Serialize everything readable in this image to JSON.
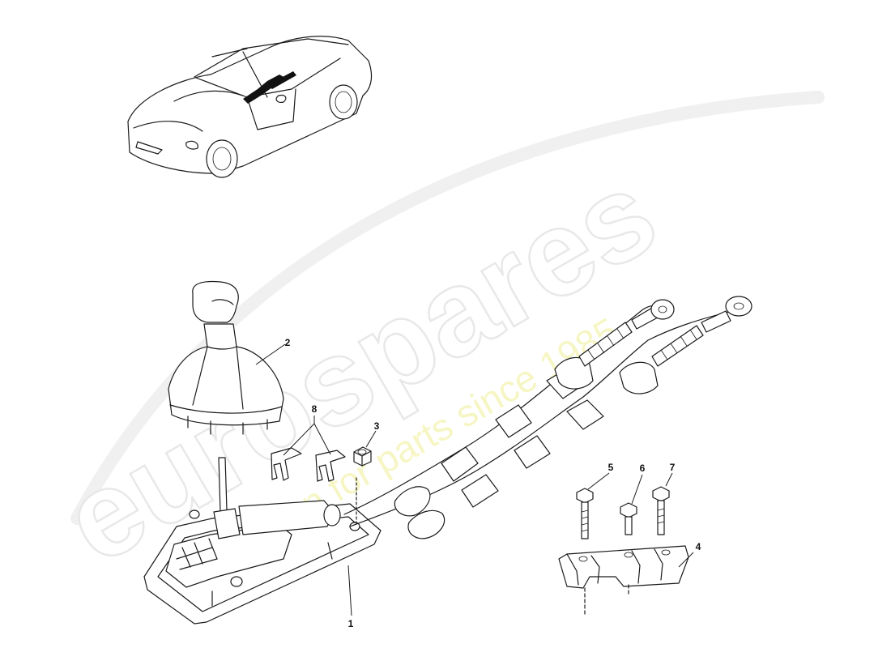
{
  "callouts": [
    {
      "id": "1",
      "label": "1"
    },
    {
      "id": "2",
      "label": "2"
    },
    {
      "id": "3",
      "label": "3"
    },
    {
      "id": "4",
      "label": "4"
    },
    {
      "id": "5",
      "label": "5"
    },
    {
      "id": "6",
      "label": "6"
    },
    {
      "id": "7",
      "label": "7"
    },
    {
      "id": "8",
      "label": "8"
    }
  ],
  "watermark": {
    "logo": "eurospares",
    "tagline": "a passion for parts since 1985"
  },
  "colors": {
    "line": "#1a1a1a",
    "background": "#ffffff",
    "watermark_logo": "#e8e8e8",
    "watermark_tagline": "#eeee96"
  }
}
